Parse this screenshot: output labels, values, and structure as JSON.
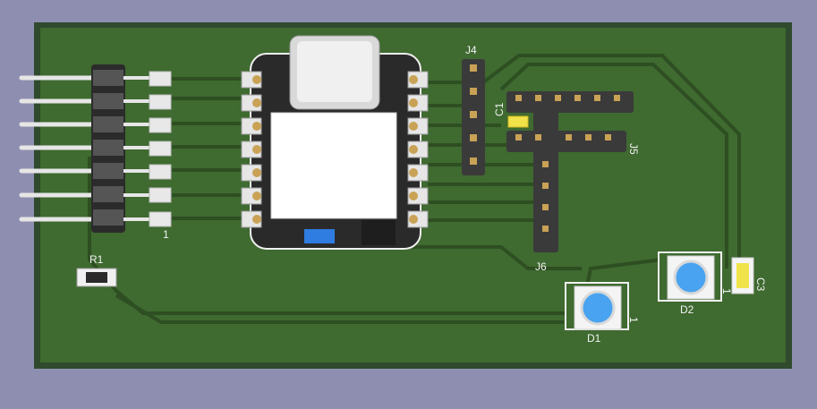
{
  "colors": {
    "background": "#8e8fb0",
    "board_edge": "#2f4a2d",
    "board": "#3f6a30",
    "trace": "#3a5f2b",
    "pad": "#c9a256",
    "silk": "#f2f2f2",
    "header_body": "#2b2b2b",
    "module_body": "#2a2a2a",
    "led_lens": "#4aa3f0",
    "cap_body": "#f0e34a"
  },
  "designators": {
    "r1": "R1",
    "j4": "J4",
    "j5": "J5",
    "j6": "J6",
    "c1": "C1",
    "c3": "C3",
    "d1": "D1",
    "d2": "D2",
    "pin1_left_header": "1",
    "pin1_d1": "1",
    "pin1_d2": "1"
  }
}
